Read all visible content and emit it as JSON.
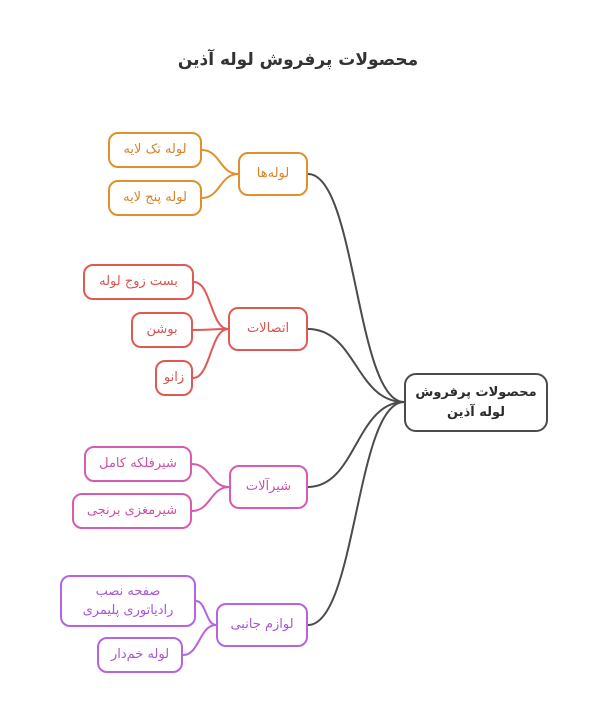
{
  "title": "محصولات پرفروش لوله آذین",
  "root": {
    "label": "محصولات پرفروش\nلوله آذین"
  },
  "colors": {
    "root": "#4b4b4b",
    "orange": "#e0902e",
    "red": "#e05a55",
    "pink": "#d65bb2",
    "purple": "#b664e0"
  },
  "branches": [
    {
      "label": "لوله‌ها",
      "color": "orange",
      "children": [
        "لوله تک لایه",
        "لوله پنج لایه"
      ]
    },
    {
      "label": "اتصالات",
      "color": "red",
      "children": [
        "بست زوج لوله",
        "بوشن",
        "زانو"
      ]
    },
    {
      "label": "شیرآلات",
      "color": "pink",
      "children": [
        "شیرفلکه کامل",
        "شیرمغزی برنجی"
      ]
    },
    {
      "label": "لوازم جانبی",
      "color": "purple",
      "children": [
        "صفحه نصب\nرادیاتوری پلیمری",
        "لوله خم‌دار"
      ]
    }
  ]
}
